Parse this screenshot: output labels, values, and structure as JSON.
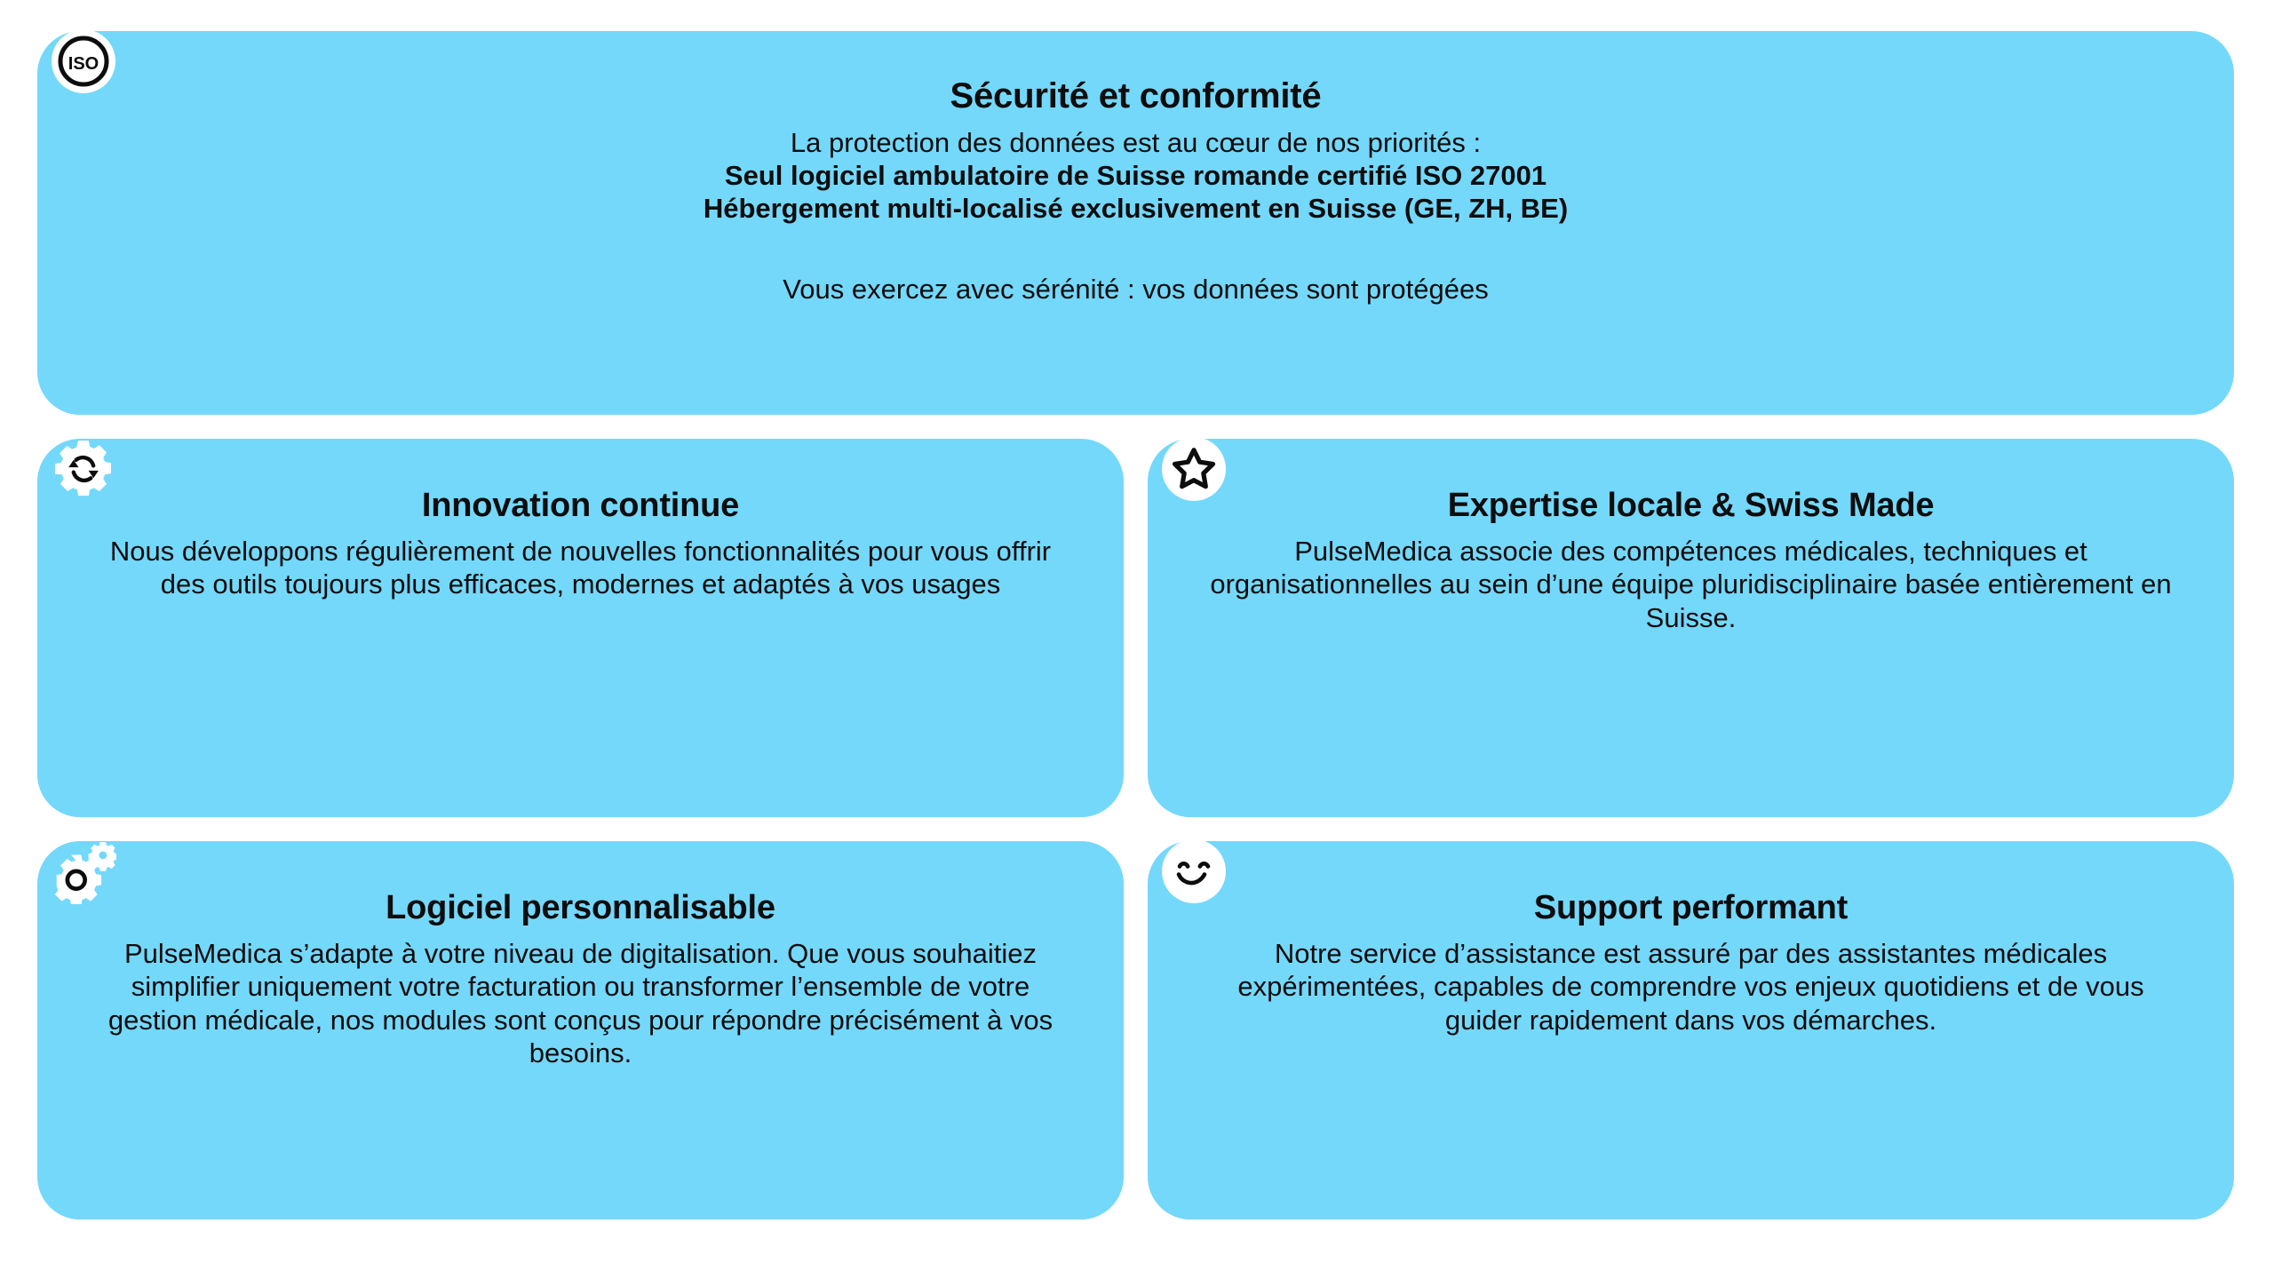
{
  "theme": {
    "card_background": "#74D8FB",
    "page_background": "#FFFFFF",
    "text_color": "#0D0D0D",
    "icon_badge_color": "#FFFFFF"
  },
  "cards": [
    {
      "id": "securite-et-conformite",
      "icon": "iso-certification-icon",
      "icon_label": "ISO",
      "title": "Sécurité et conformité",
      "lines": [
        {
          "text": "La protection des données est au cœur de nos priorités :",
          "bold": false
        },
        {
          "text": "Seul logiciel ambulatoire de Suisse romande certifié ISO 27001",
          "bold": true
        },
        {
          "text": "Hébergement multi-localisé exclusivement en Suisse (GE, ZH, BE)",
          "bold": true
        }
      ],
      "footer": "Vous exercez avec sérénité : vos données sont protégées"
    },
    {
      "id": "innovation-continue",
      "icon": "gear-refresh-icon",
      "title": "Innovation continue",
      "body": "Nous développons régulièrement de nouvelles fonctionnalités pour vous offrir des outils toujours plus efficaces, modernes et adaptés à vos usages"
    },
    {
      "id": "expertise-locale-swiss-made",
      "icon": "star-icon",
      "title": "Expertise locale & Swiss Made",
      "body": "PulseMedica associe des compétences médicales, techniques et organisationnelles au sein d’une équipe pluridisciplinaire basée entièrement en Suisse."
    },
    {
      "id": "logiciel-personnalisable",
      "icon": "gears-settings-icon",
      "title": "Logiciel personnalisable",
      "body": "PulseMedica s’adapte à votre niveau de digitalisation. Que vous souhaitiez simplifier uniquement votre facturation ou transformer l’ensemble de votre gestion médicale, nos modules sont conçus pour répondre précisément à vos besoins."
    },
    {
      "id": "support-performant",
      "icon": "smiley-face-icon",
      "title": "Support performant",
      "body": "Notre service d’assistance est assuré par des assistantes médicales expérimentées, capables de comprendre vos enjeux quotidiens et de vous guider rapidement dans vos démarches."
    }
  ]
}
